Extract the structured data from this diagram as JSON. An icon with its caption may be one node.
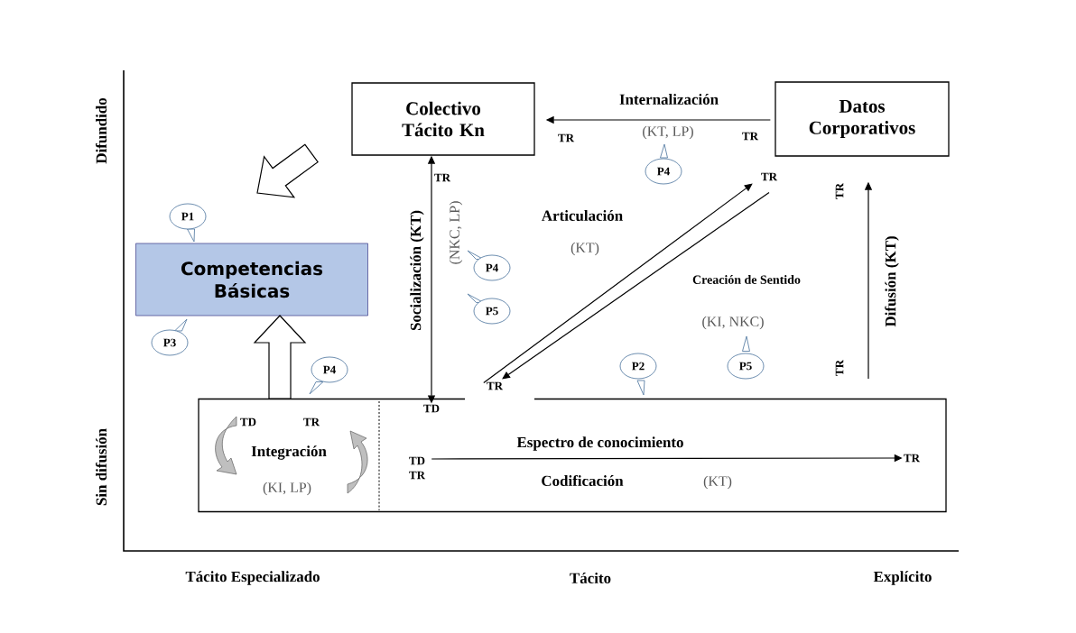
{
  "diagram": {
    "nodes": [
      {
        "text": [
          "Colectivo Tácito Kn"
        ]
      },
      {
        "text": [
          "Datos Corporativos"
        ]
      },
      {
        "text": [
          "Competencias Básicas"
        ]
      },
      {
        "text": [
          "P1"
        ]
      },
      {
        "text": [
          "P3"
        ]
      },
      {
        "text": [
          "P4"
        ]
      },
      {
        "text": [
          "P4"
        ]
      },
      {
        "text": [
          "P4"
        ]
      },
      {
        "text": [
          "P5"
        ]
      },
      {
        "text": [
          "P2"
        ]
      },
      {
        "text": [
          "P5"
        ]
      },
      {
        "text": [
          "TD"
        ],
        "in": 14
      },
      {
        "text": [
          "TR"
        ]
      },
      {
        "text": [
          "TR"
        ]
      },
      {
        "text": [],
        "shape": "box"
      },
      {
        "text": [
          "TD",
          "TR"
        ],
        "in": 14
      },
      {
        "text": [
          "TR"
        ],
        "in": 14
      }
    ],
    "edges": [
      {
        "from": 1,
        "to": 0,
        "arrow": "to",
        "label": "Internalización"
      },
      {
        "from": 0,
        "to": 11,
        "arrow": "both"
      },
      {
        "from": 12,
        "to": 13,
        "arrow": "to"
      },
      {
        "from": 13,
        "to": 12,
        "arrow": "to"
      },
      {
        "from": null,
        "to": 1,
        "arrow": "to"
      },
      {
        "from": 15,
        "to": 16,
        "arrow": "to",
        "label": "Espectro de conocimiento"
      },
      {
        "from": 0,
        "to": 2,
        "arrow": "to"
      },
      {
        "from": 14,
        "to": 2,
        "arrow": "to"
      }
    ],
    "labels": [
      "TR",
      "(KT, LP)",
      "TR",
      "TR",
      "Socialización (KT)",
      "(NKC, LP)",
      "Articulación",
      "(KT)",
      "TR",
      "Difusión (KT)",
      "Creación de Sentido",
      "(KI, NKC)",
      "TR",
      "TD",
      "TR",
      "Integración",
      "(KI, LP)",
      "Codificación",
      "(KT)",
      "Difundido",
      "Sin difusión",
      "Tácito Especializado",
      "Tácito",
      "Explícito"
    ]
  }
}
